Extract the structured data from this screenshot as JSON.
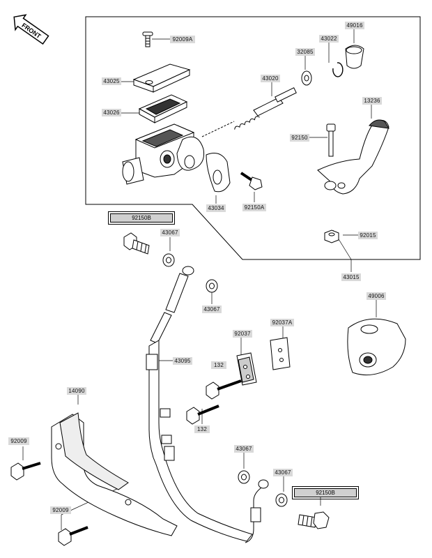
{
  "front_label": "FRONT",
  "parts": {
    "p92009A": "92009A",
    "p49016": "49016",
    "p43022": "43022",
    "p32085": "32085",
    "p43025": "43025",
    "p43020": "43020",
    "p43026": "43026",
    "p13236": "13236",
    "p92150": "92150",
    "p43034": "43034",
    "p92150A": "92150A",
    "p92015": "92015",
    "p43015": "43015",
    "p92150B_top": "92150B",
    "p43067_a": "43067",
    "p43067_b": "43067",
    "p49006": "49006",
    "p92037": "92037",
    "p92037A": "92037A",
    "p43095": "43095",
    "p132_a": "132",
    "p132_b": "132",
    "p14090": "14090",
    "p92009_a": "92009",
    "p92009_b": "92009",
    "p43067_c": "43067",
    "p43067_d": "43067",
    "p92150B_bottom": "92150B"
  }
}
